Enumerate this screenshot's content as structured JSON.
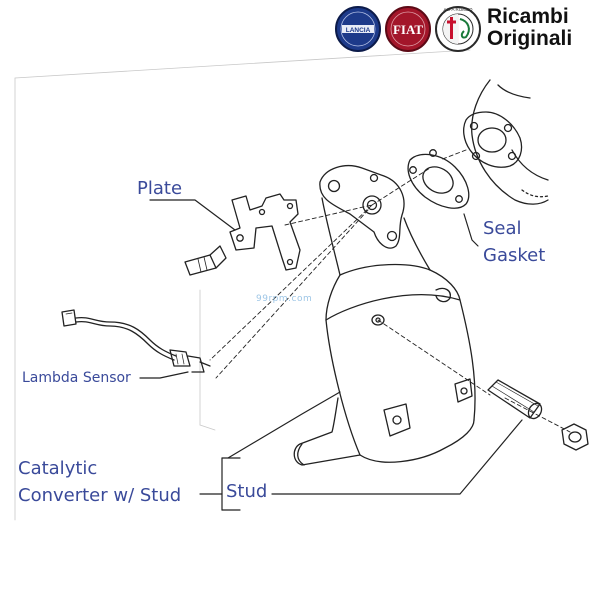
{
  "brand": {
    "line1": "Ricambi",
    "line2": "Originali",
    "logos": [
      {
        "name": "lancia-logo",
        "text": "LANCIA",
        "color": "#1d3a8a"
      },
      {
        "name": "fiat-logo",
        "text": "FIAT",
        "color": "#a3162a"
      },
      {
        "name": "alfa-romeo-logo",
        "text": "ALFA ROMEO",
        "color": "#2a2a2a"
      }
    ]
  },
  "watermark": "99rpm.com",
  "labels": {
    "plate": "Plate",
    "seal_gasket_line1": "Seal",
    "seal_gasket_line2": "Gasket",
    "lambda_sensor": "Lambda Sensor",
    "catalytic_line1": "Catalytic",
    "catalytic_line2": "Converter w/ Stud",
    "stud": "Stud"
  },
  "colors": {
    "label": "#3a4a9a",
    "line": "#222222"
  }
}
